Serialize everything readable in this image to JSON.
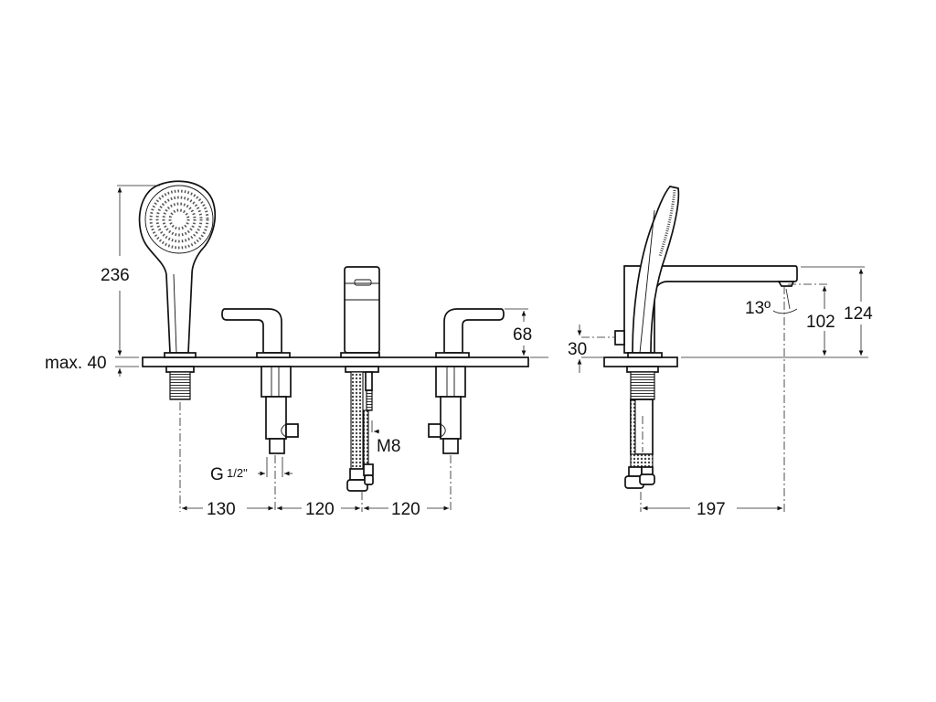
{
  "drawing": {
    "title": "Deck-mounted 4-hole bath/shower mixer technical drawing",
    "views": [
      "front-view",
      "side-view"
    ],
    "front_view": {
      "dimensions": {
        "shower_height": "236",
        "deck_thickness": "max. 40",
        "handle_height": "68",
        "thread_size_label": "G",
        "thread_size_fraction": "1/2\"",
        "hose_thread": "M8",
        "spacing_1": "130",
        "spacing_2": "120",
        "spacing_3": "120"
      }
    },
    "side_view": {
      "dimensions": {
        "diverter_height": "30",
        "spout_angle": "13º",
        "spout_outlet_height": "102",
        "total_height": "124",
        "spout_projection": "197"
      }
    }
  }
}
